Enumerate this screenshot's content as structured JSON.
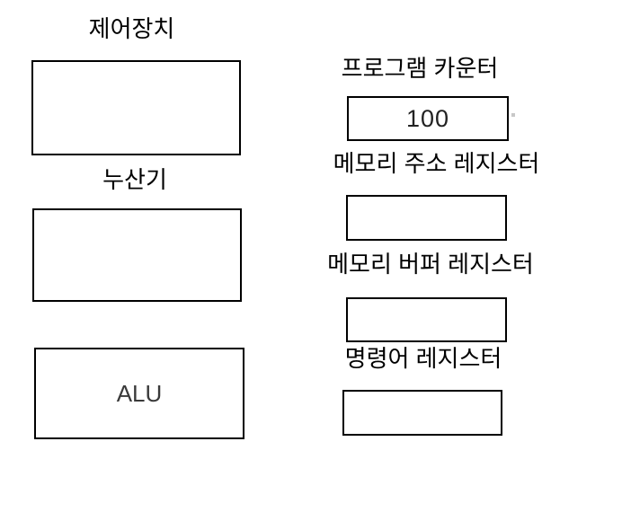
{
  "diagram": {
    "background_color": "#ffffff",
    "box_border_color": "#000000",
    "text_color": "#000000",
    "left_column": {
      "control_unit": {
        "label": "제어장치",
        "value": ""
      },
      "accumulator": {
        "label": "누산기",
        "value": ""
      },
      "alu": {
        "label": "ALU"
      }
    },
    "right_column": {
      "program_counter": {
        "label": "프로그램 카운터",
        "value": "100"
      },
      "memory_address_register": {
        "label": "메모리 주소 레지스터",
        "value": ""
      },
      "memory_buffer_register": {
        "label": "메모리 버퍼 레지스터",
        "value": ""
      },
      "instruction_register": {
        "label": "명령어 레지스터",
        "value": ""
      }
    }
  }
}
